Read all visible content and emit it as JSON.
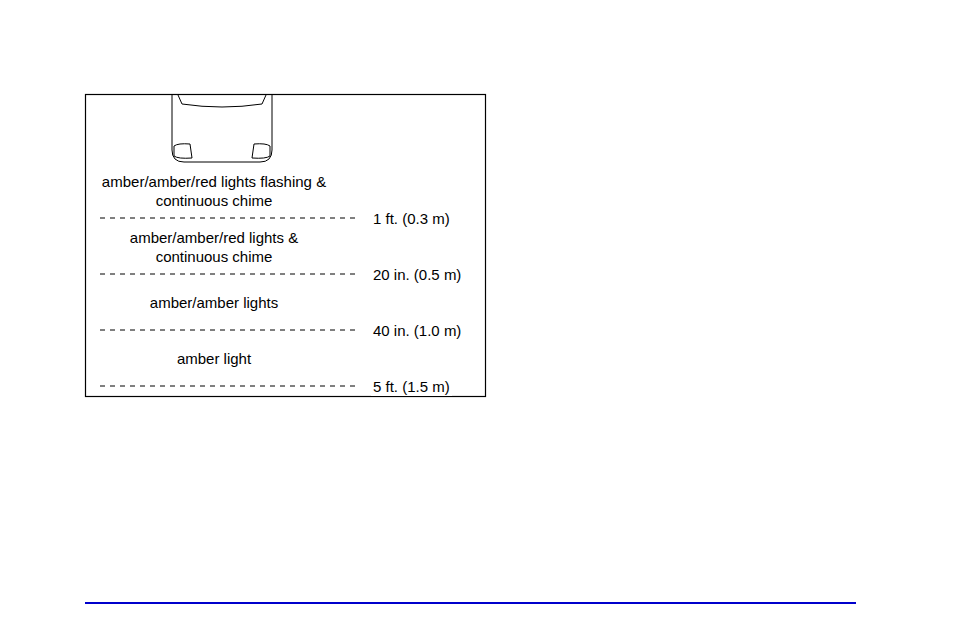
{
  "diagram": {
    "labels": [
      "amber/amber/red lights flashing & continuous chime",
      "1 ft. (0.3 m)",
      "amber/amber/red lights & continuous chime",
      "20 in. (0.5 m)",
      "amber/amber lights",
      "40 in. (1.0 m)",
      "amber light",
      "5 ft. (1.5 m)"
    ]
  }
}
